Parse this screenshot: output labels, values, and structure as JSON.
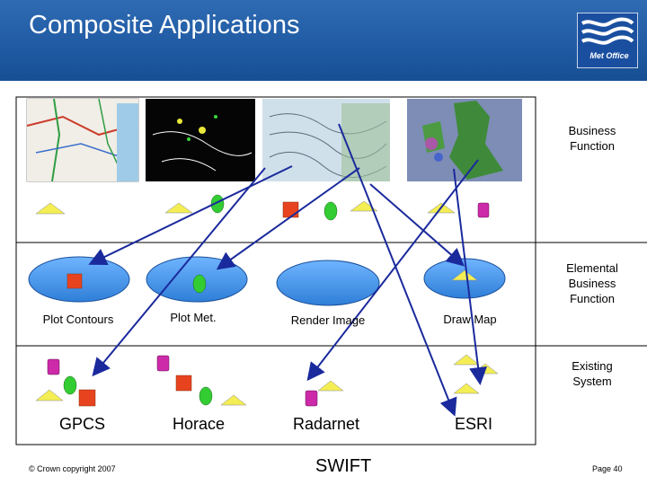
{
  "header": {
    "title": "Composite Applications",
    "logo_text": "Met Office"
  },
  "layers": {
    "business": [
      "Business",
      "Function"
    ],
    "elemental": [
      "Elemental",
      "Business",
      "Function"
    ],
    "existing": [
      "Existing",
      "System"
    ]
  },
  "functions": {
    "plot_contours": "Plot Contours",
    "plot_met": "Plot Met.",
    "render_image": "Render Image",
    "draw_map": "Draw Map"
  },
  "systems": {
    "gpcs": "GPCS",
    "horace": "Horace",
    "radarnet": "Radarnet",
    "esri": "ESRI"
  },
  "footer": {
    "copyright": "© Crown copyright 2007",
    "center": "SWIFT",
    "page": "Page 40"
  },
  "colors": {
    "header": "#1f5aa2",
    "ellipse": "#3d8fe6",
    "triangle": "#f4ee55",
    "circle": "#33cc33",
    "square": "#e8431f",
    "magenta": "#cc2aa8",
    "arrow": "#1a2a9c"
  }
}
